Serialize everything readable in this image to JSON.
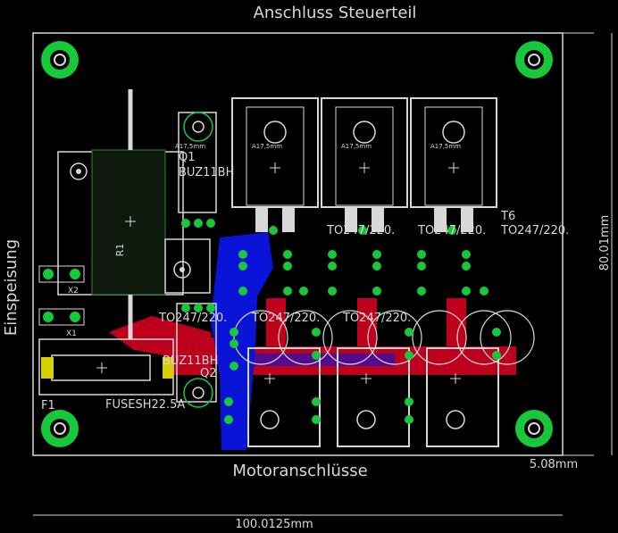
{
  "labels": {
    "top": "Anschluss Steuerteil",
    "left": "Einspeisung",
    "bottom": "Motoranschlüsse",
    "dim_width": "100.0125mm",
    "dim_height": "80.01mm",
    "dim_corner": "5.08mm"
  },
  "parts": {
    "q1": "Q1",
    "q1_type": "BUZ11BH",
    "q2": "Q2",
    "q2_type": "BUZ11BH",
    "r1": "R1",
    "f1": "F1",
    "fuse": "FUSESH22.5A",
    "t6": "T6",
    "to_upper_1": "TO247/220.",
    "to_upper_2": "TO247/220.",
    "to_upper_3": "TO247/220.",
    "to_lower_1": "TO247/220.",
    "to_lower_2": "TO247/220.",
    "to_lower_3": "TO247/220.",
    "x1": "X1",
    "x2": "X2",
    "hs": "A17,5mm"
  },
  "colors": {
    "board": "#d8d8d8",
    "silk": "#ffffff",
    "copper_red": "#c8001e",
    "copper_blue": "#0a14d8",
    "pad_green": "#17c83a",
    "grid_green": "#2e8a2e"
  }
}
